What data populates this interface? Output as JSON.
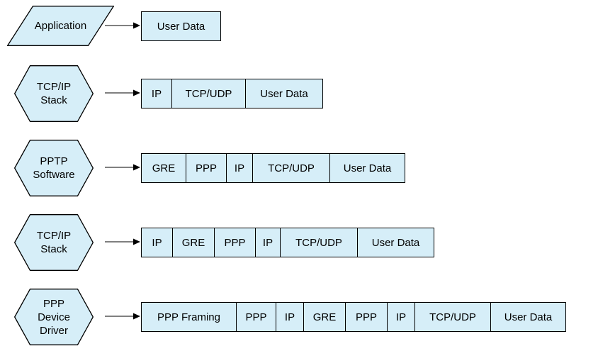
{
  "diagram": {
    "colors": {
      "shape_fill": "#D6EEF8",
      "stroke": "#000000",
      "text": "#000000",
      "background": "#FFFFFF"
    },
    "rows": [
      {
        "id": "application",
        "shape": {
          "type": "parallelogram",
          "label_lines": [
            "Application"
          ]
        },
        "arrow_icon": "right-arrow-icon",
        "cells": [
          {
            "label": "User Data",
            "width": 113
          }
        ]
      },
      {
        "id": "tcpip-stack-1",
        "shape": {
          "type": "hexagon",
          "label_lines": [
            "TCP/IP",
            "Stack"
          ]
        },
        "arrow_icon": "right-arrow-icon",
        "cells": [
          {
            "label": "IP",
            "width": 44
          },
          {
            "label": "TCP/UDP",
            "width": 105
          },
          {
            "label": "User Data",
            "width": 110
          }
        ]
      },
      {
        "id": "pptp-software",
        "shape": {
          "type": "hexagon",
          "label_lines": [
            "PPTP",
            "Software"
          ]
        },
        "arrow_icon": "right-arrow-icon",
        "cells": [
          {
            "label": "GRE",
            "width": 64
          },
          {
            "label": "PPP",
            "width": 58
          },
          {
            "label": "IP",
            "width": 38
          },
          {
            "label": "TCP/UDP",
            "width": 110
          },
          {
            "label": "User Data",
            "width": 107
          }
        ]
      },
      {
        "id": "tcpip-stack-2",
        "shape": {
          "type": "hexagon",
          "label_lines": [
            "TCP/IP",
            "Stack"
          ]
        },
        "arrow_icon": "right-arrow-icon",
        "cells": [
          {
            "label": "IP",
            "width": 45
          },
          {
            "label": "GRE",
            "width": 60
          },
          {
            "label": "PPP",
            "width": 59
          },
          {
            "label": "IP",
            "width": 36
          },
          {
            "label": "TCP/UDP",
            "width": 110
          },
          {
            "label": "User Data",
            "width": 109
          }
        ]
      },
      {
        "id": "ppp-device-driver",
        "shape": {
          "type": "hexagon",
          "label_lines": [
            "PPP",
            "Device",
            "Driver"
          ]
        },
        "arrow_icon": "right-arrow-icon",
        "cells": [
          {
            "label": "PPP Framing",
            "width": 135
          },
          {
            "label": "PPP",
            "width": 57
          },
          {
            "label": "IP",
            "width": 40
          },
          {
            "label": "GRE",
            "width": 60
          },
          {
            "label": "PPP",
            "width": 60
          },
          {
            "label": "IP",
            "width": 40
          },
          {
            "label": "TCP/UDP",
            "width": 108
          },
          {
            "label": "User Data",
            "width": 107
          }
        ]
      }
    ]
  }
}
